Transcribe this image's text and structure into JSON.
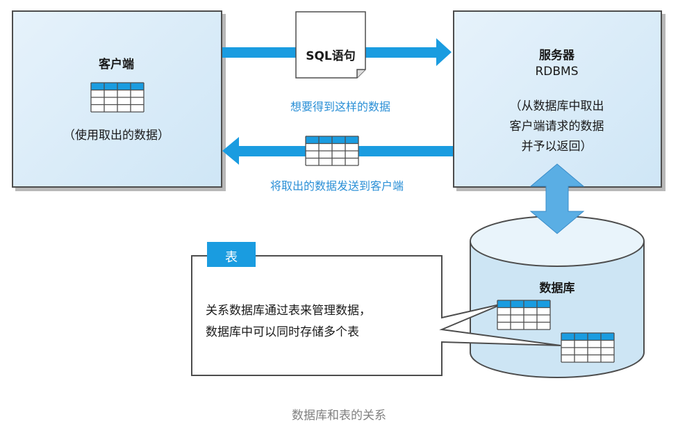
{
  "client": {
    "title": "客户端",
    "desc": "（使用取出的数据）"
  },
  "server": {
    "title": "服务器",
    "subtitle": "RDBMS",
    "desc_lines": [
      "（从数据库中取出",
      "客户端请求的数据",
      "并予以返回）"
    ]
  },
  "sql_doc": {
    "label": "SQL语句"
  },
  "request_label": "想要得到这样的数据",
  "response_label": "将取出的数据发送到客户端",
  "database": {
    "title": "数据库"
  },
  "callout": {
    "tab": "表",
    "lines": [
      "关系数据库通过表来管理数据，",
      "数据库中可以同时存储多个表"
    ]
  },
  "caption": "数据库和表的关系",
  "colors": {
    "arrow": "#1a9ce0",
    "accent_text": "#2a8fd6",
    "table_header": "#1a9ce0"
  }
}
